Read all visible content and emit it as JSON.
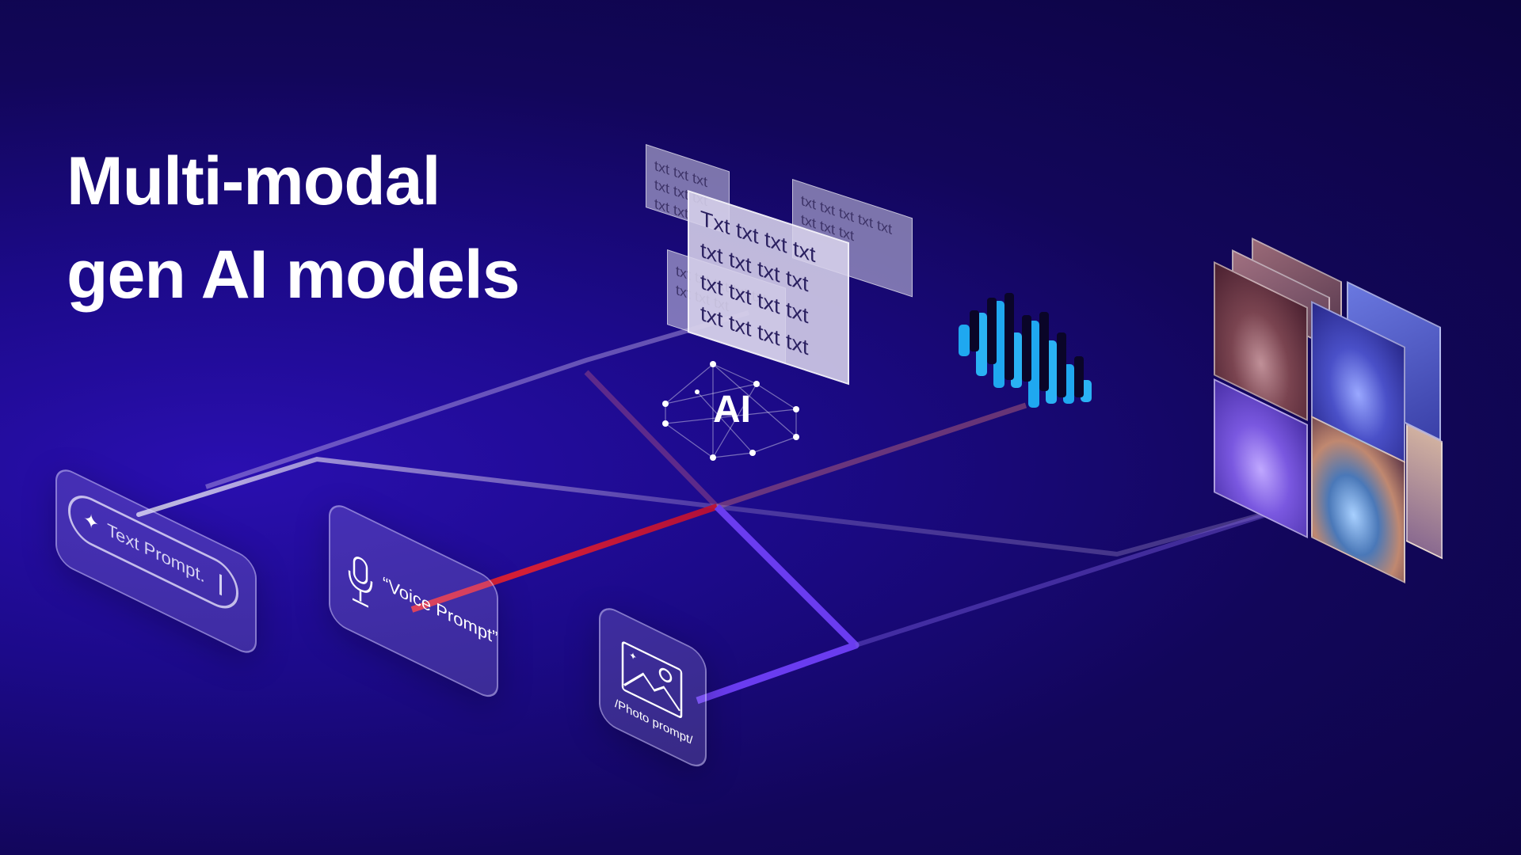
{
  "title": {
    "line1": "Multi-modal",
    "line2": "gen AI models"
  },
  "inputs": {
    "text_prompt": "Text Prompt.",
    "voice_prompt": "“Voice Prompt”",
    "photo_prompt": "/Photo prompt/"
  },
  "hub_label": "AI",
  "text_output": {
    "main_lines": [
      "Txt txt txt txt",
      "txt txt txt txt",
      "txt txt txt txt",
      "txt txt txt txt"
    ],
    "sheet_text": "txt txt txt txt txt txt txt txt"
  },
  "colors": {
    "background": "#1c0a8a",
    "voice_line": "#d01020",
    "photo_line": "#6a3cf0",
    "audio_bars": "#1fa8f0"
  },
  "icons": [
    "sparkle-icon",
    "microphone-icon",
    "image-icon",
    "network-icon",
    "audio-waveform-icon"
  ]
}
